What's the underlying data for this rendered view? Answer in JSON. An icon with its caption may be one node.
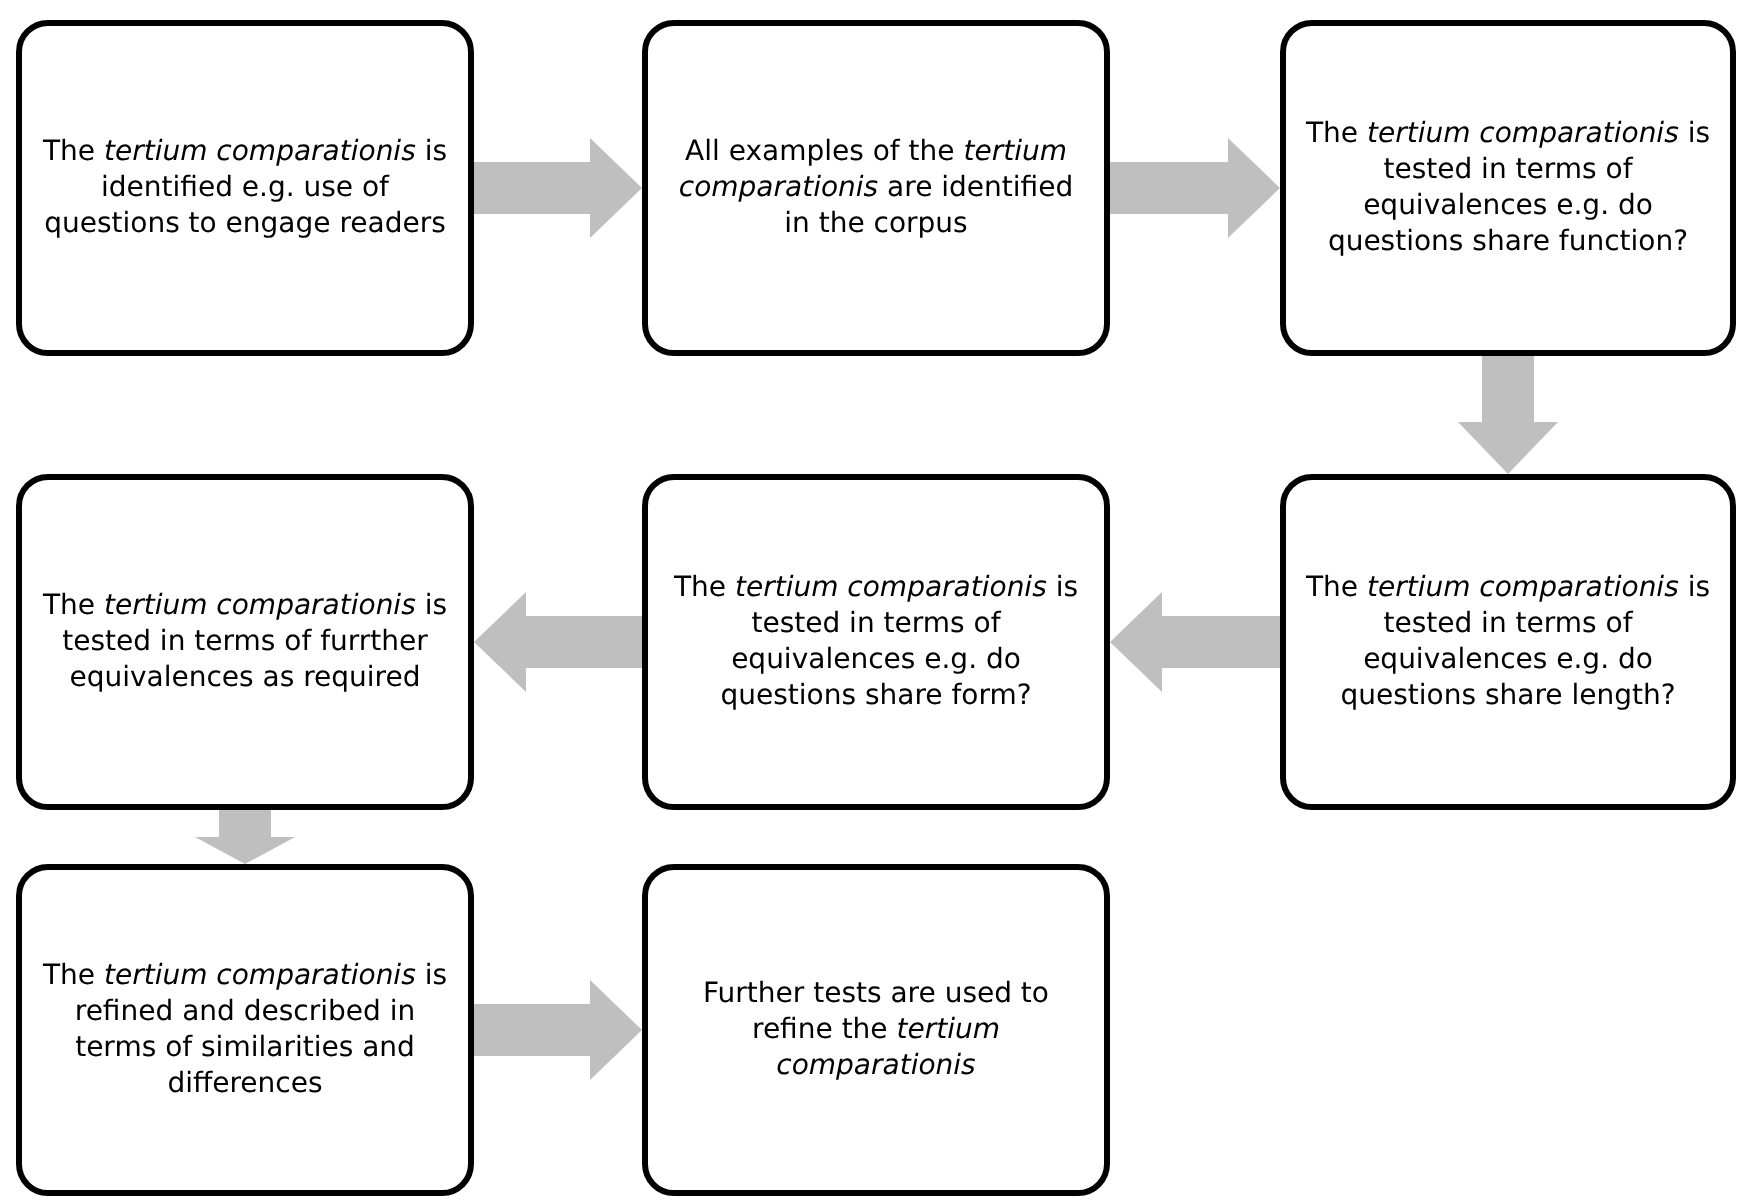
{
  "diagram": {
    "nodes": [
      {
        "text": [
          "The *tertium comparationis* is identified e.g. use of questions to engage readers"
        ]
      },
      {
        "text": [
          "All examples of the *tertium comparationis* are identified in the corpus"
        ]
      },
      {
        "text": [
          "The *tertium comparationis* is tested in terms of equivalences e.g. do questions share function?"
        ]
      },
      {
        "text": [
          "The *tertium comparationis* is tested in terms of equivalences e.g. do questions share length?"
        ]
      },
      {
        "text": [
          "The *tertium comparationis* is tested in terms of equivalences e.g. do questions share form?"
        ]
      },
      {
        "text": [
          "The *tertium comparationis* is tested in terms of furrther equivalences as required"
        ]
      },
      {
        "text": [
          "The *tertium comparationis* is refined and described in terms of similarities and differences"
        ]
      },
      {
        "text": [
          "Further tests are used to refine the *tertium comparationis*"
        ]
      }
    ],
    "edges": [
      {
        "from": 0,
        "to": 1,
        "arrow": "to"
      },
      {
        "from": 1,
        "to": 2,
        "arrow": "to"
      },
      {
        "from": 2,
        "to": 3,
        "arrow": "to"
      },
      {
        "from": 3,
        "to": 4,
        "arrow": "to"
      },
      {
        "from": 4,
        "to": 5,
        "arrow": "to"
      },
      {
        "from": 5,
        "to": 6,
        "arrow": "to"
      },
      {
        "from": 6,
        "to": 7,
        "arrow": "to"
      }
    ]
  }
}
